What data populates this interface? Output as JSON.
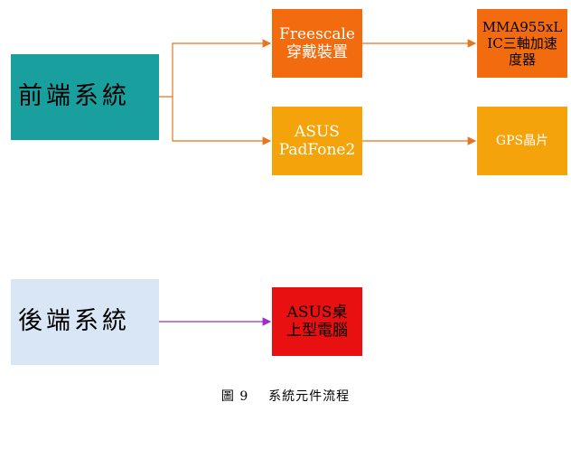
{
  "nodes": {
    "front_end": {
      "label": "前端系統"
    },
    "back_end": {
      "label": "後端系統"
    },
    "freescale": {
      "line1": "Freescale",
      "line2": "穿戴裝置"
    },
    "asus_padfone": {
      "line1": "ASUS",
      "line2": "PadFone2"
    },
    "mma955xl": {
      "line1": "MMA955xL",
      "line2": "IC三軸加速",
      "line3": "度器"
    },
    "gps": {
      "label": "GPS晶片"
    },
    "asus_desktop": {
      "line1": "ASUS桌",
      "line2": "上型電腦"
    }
  },
  "caption": "圖 9    系統元件流程",
  "colors": {
    "front_end": "#1a9f9f",
    "back_end": "#d9e6f5",
    "orange": "#f26b0f",
    "amber": "#f5a30a",
    "red": "#e81010",
    "arrow_orange": "#e8741e",
    "arrow_purple": "#9b2dc9"
  }
}
